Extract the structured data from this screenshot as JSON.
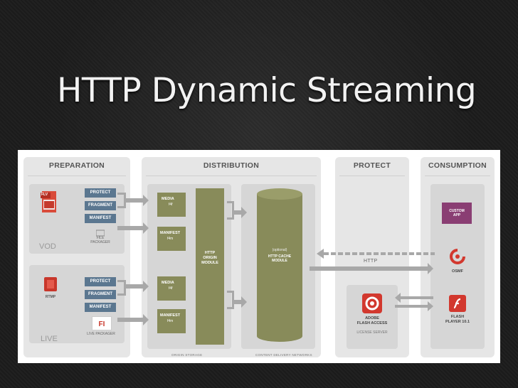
{
  "title": "HTTP Dynamic Streaming",
  "panels": {
    "preparation": "PREPARATION",
    "distribution": "DISTRIBUTION",
    "protect": "PROTECT",
    "consumption": "CONSUMPTION"
  },
  "preparation": {
    "flv_label": "FLV",
    "vod_label": "VOD",
    "rtmp_label": "RTMP",
    "live_label": "LIVE",
    "buttons": [
      "PROTECT",
      "FRAGMENT",
      "MANIFEST"
    ],
    "file_packager": "FILE\nPACKAGER",
    "fi_label": "FI",
    "live_packager": "LIVE PACKAGER"
  },
  "distribution": {
    "media_label": "MEDIA",
    "media_ext": "f4f",
    "manifest_label": "MANIFEST",
    "manifest_ext": "f4m",
    "origin_module": "HTTP\nORIGIN\nMODULE",
    "cache_optional": "(optional)",
    "cache_module": "HTTP CACHE\nMODULE",
    "origin_storage": "ORIGIN STORAGE",
    "cdn": "CONTENT DELIVERY NETWORKS",
    "http_label": "HTTP"
  },
  "protect": {
    "adobe_label": "ADOBE\nFLASH ACCESS",
    "license_server": "LICENSE SERVER"
  },
  "consumption": {
    "custom_app": "CUSTOM\nAPP",
    "osmf": "OSMF",
    "flash_player": "FLASH\nPLAYER 10.1"
  },
  "colors": {
    "button_blue": "#5b7790",
    "olive": "#888b5a",
    "purple": "#8a3e73",
    "red": "#d2382e"
  }
}
